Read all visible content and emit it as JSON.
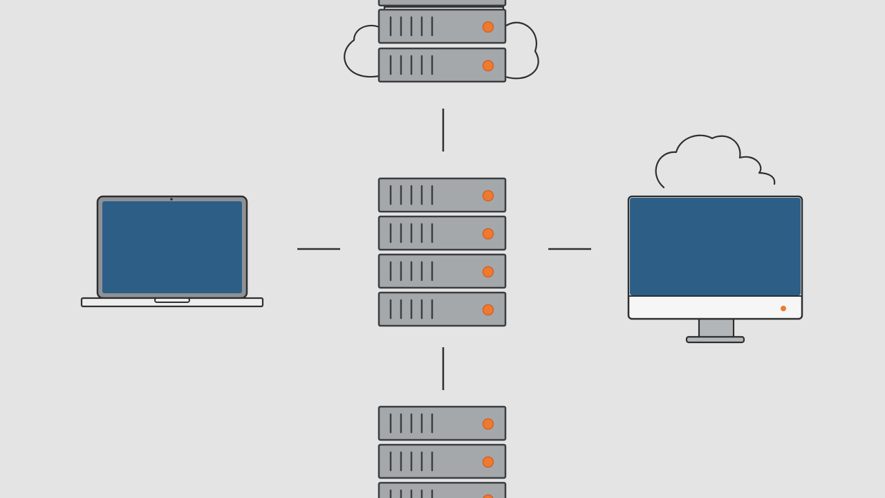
{
  "colors": {
    "background": "#e4e4e4",
    "line": "#2e2e2e",
    "server_face": "#a4a8ab",
    "server_border": "#3a3d40",
    "vent": "#3c3f42",
    "led": "#ef7a2e",
    "led_ring": "#d3622a",
    "screen": "#2d5f86",
    "laptop_frame": "#8e9296",
    "monitor_chin": "#f6f6f6",
    "monitor_stand": "#b3b6b8",
    "laptop_base": "#eeeeee"
  },
  "nodes": [
    {
      "id": "cloud-server-top",
      "kind": "server-rack",
      "icon": "server-stack-icon",
      "overlay": "cloud-outline-icon"
    },
    {
      "id": "central-server",
      "kind": "server-rack",
      "icon": "server-stack-icon"
    },
    {
      "id": "bottom-server",
      "kind": "server-rack",
      "icon": "server-stack-icon"
    },
    {
      "id": "laptop",
      "kind": "client",
      "icon": "laptop-icon"
    },
    {
      "id": "desktop-monitor",
      "kind": "client",
      "icon": "desktop-monitor-icon",
      "overlay": "cloud-outline-icon"
    }
  ],
  "edges": [
    {
      "from": "central-server",
      "to": "cloud-server-top"
    },
    {
      "from": "central-server",
      "to": "bottom-server"
    },
    {
      "from": "central-server",
      "to": "laptop"
    },
    {
      "from": "central-server",
      "to": "desktop-monitor"
    }
  ]
}
